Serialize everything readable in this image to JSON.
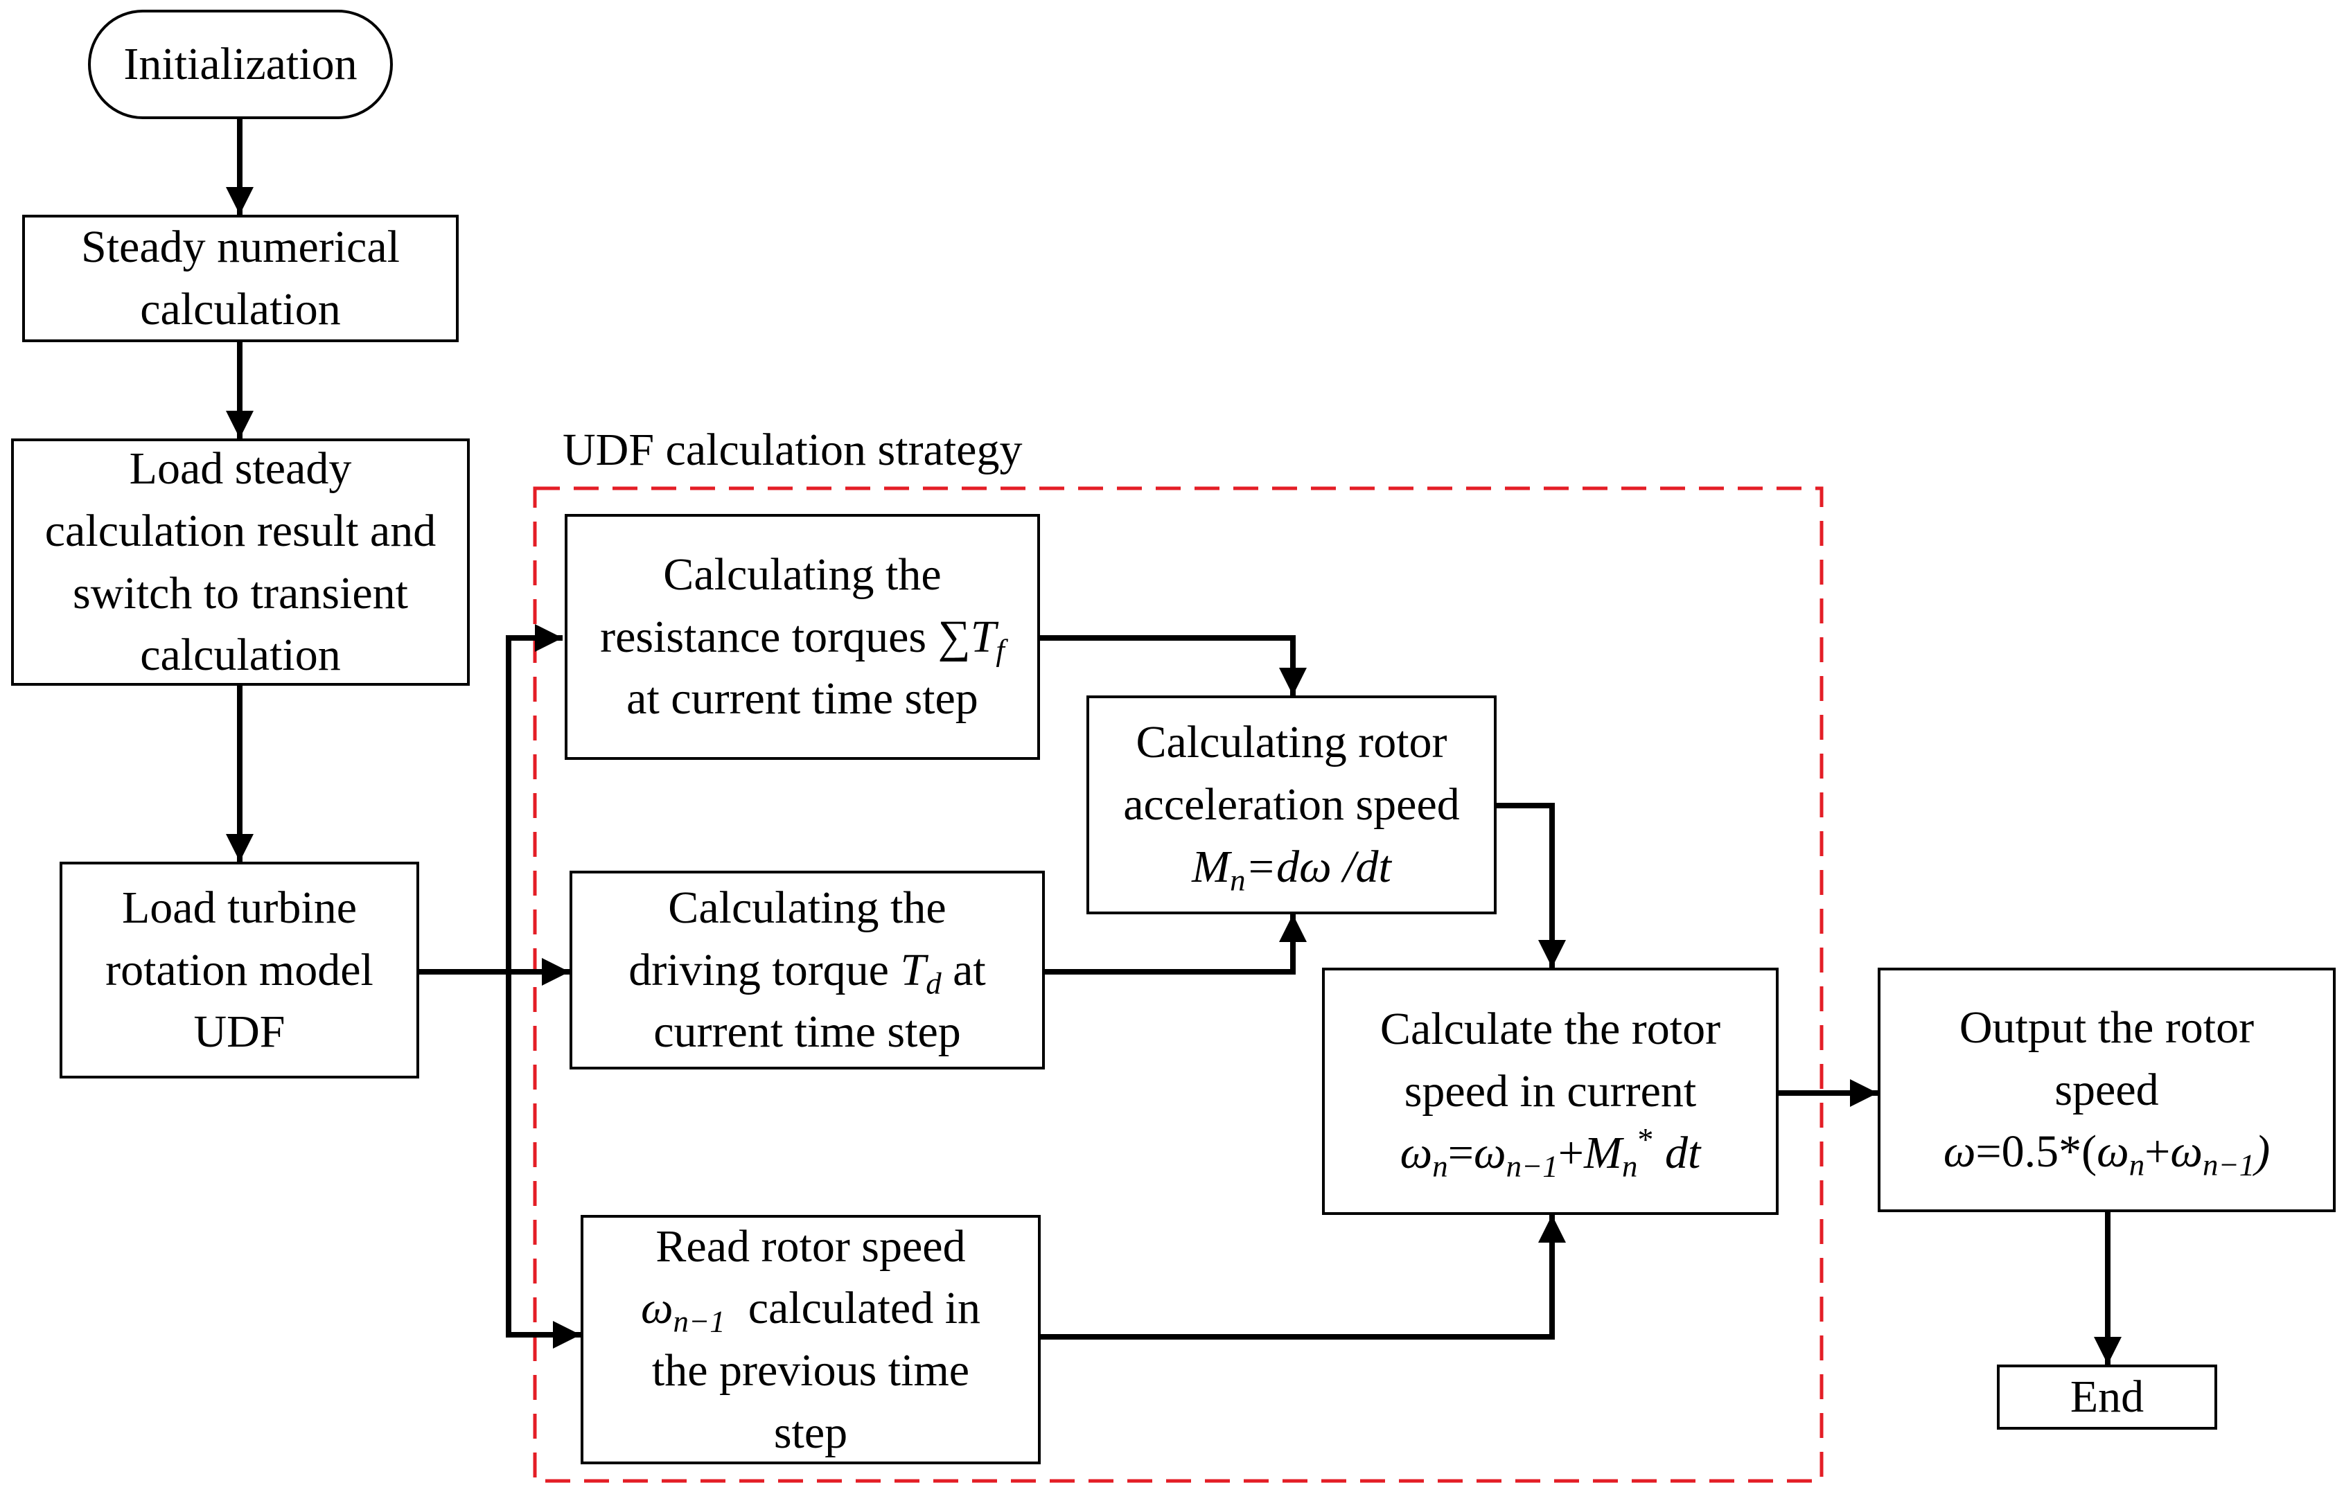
{
  "diagram": {
    "strategy_label": "UDF calculation strategy",
    "colors": {
      "stroke": "#000000",
      "dashed_region": "#e41e26"
    },
    "nodes": {
      "init": "Initialization",
      "steady": [
        "Steady numerical",
        "calculation"
      ],
      "load_steady": [
        "Load steady",
        "calculation result and",
        "switch to transient",
        "calculation"
      ],
      "load_udf": [
        "Load turbine",
        "rotation model",
        "UDF"
      ],
      "resistance": {
        "line1": "Calculating the",
        "line2": "resistance torques",
        "line2_sym": "∑",
        "line2_var": "T",
        "line2_sub": "f",
        "line3": "at current time step"
      },
      "driving": {
        "line1": "Calculating the",
        "line2_a": "driving torque ",
        "line2_var": "T",
        "line2_sub": "d",
        "line2_b": " at",
        "line3": "current time step"
      },
      "acceleration": {
        "line1": "Calculating rotor",
        "line2": "acceleration speed",
        "eq_M": "M",
        "eq_M_sub": "n",
        "eq_rest": "=dω /dt"
      },
      "read_speed": {
        "line1": "Read rotor speed",
        "var": "ω",
        "var_sub": "n−1",
        "line2_rest": "  calculated in",
        "line3": "the previous time",
        "line4": "step"
      },
      "calc_speed": {
        "line1": "Calculate the rotor",
        "line2": "speed in current",
        "eq_w": "ω",
        "eq_w_sub": "n",
        "eq_eq": "=",
        "eq_w2": "ω",
        "eq_w2_sub": "n−1",
        "eq_plus": "+",
        "eq_M": "M",
        "eq_M_sub": "n",
        "eq_star": "*",
        "eq_dt": " dt"
      },
      "output": {
        "line1": "Output the rotor",
        "line2": "speed",
        "eq_w": "ω",
        "eq_mid": "=0.5*(",
        "eq_a": "ω",
        "eq_a_sub": "n",
        "eq_plus": "+",
        "eq_b": "ω",
        "eq_b_sub": "n−1",
        "eq_end": ")"
      },
      "end": "End"
    }
  }
}
